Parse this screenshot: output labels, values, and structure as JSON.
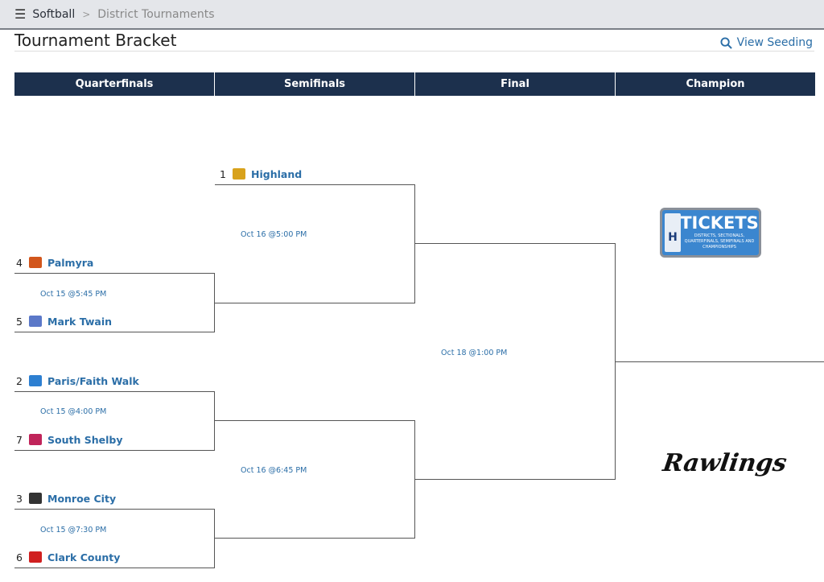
{
  "breadcrumb": {
    "menu_icon": "hamburger-icon",
    "sport": "Softball",
    "separator": ">",
    "section": "District Tournaments"
  },
  "page": {
    "title": "Tournament Bracket",
    "view_seeding": "View Seeding"
  },
  "rounds": [
    "Quarterfinals",
    "Semifinals",
    "Final",
    "Champion"
  ],
  "quarterfinals": [
    {
      "teams": [
        {
          "seed": "4",
          "name": "Palmyra",
          "color": "#d2561c"
        },
        {
          "seed": "5",
          "name": "Mark Twain",
          "color": "#5b78c8"
        }
      ],
      "date": "Oct 15 @5:45 PM"
    },
    {
      "teams": [
        {
          "seed": "2",
          "name": "Paris/Faith Walk",
          "color": "#2d7fd1"
        },
        {
          "seed": "7",
          "name": "South Shelby",
          "color": "#c0245a"
        }
      ],
      "date": "Oct 15 @4:00 PM"
    },
    {
      "teams": [
        {
          "seed": "3",
          "name": "Monroe City",
          "color": "#333333"
        },
        {
          "seed": "6",
          "name": "Clark County",
          "color": "#d02020"
        }
      ],
      "date": "Oct 15 @7:30 PM"
    }
  ],
  "semifinals": [
    {
      "teams": [
        {
          "seed": "1",
          "name": "Highland",
          "color": "#d8a21c"
        }
      ],
      "date": "Oct 16 @5:00 PM"
    },
    {
      "date": "Oct 16 @6:45 PM"
    }
  ],
  "final": {
    "date": "Oct 18 @1:00 PM"
  },
  "ads": {
    "tickets_title": "TICKETS",
    "tickets_sub": "DISTRICTS, SECTIONALS, QUARTERFINALS, SEMIFINALS AND CHAMPIONSHIPS",
    "tickets_side": "H",
    "sponsor": "Rawlings"
  }
}
